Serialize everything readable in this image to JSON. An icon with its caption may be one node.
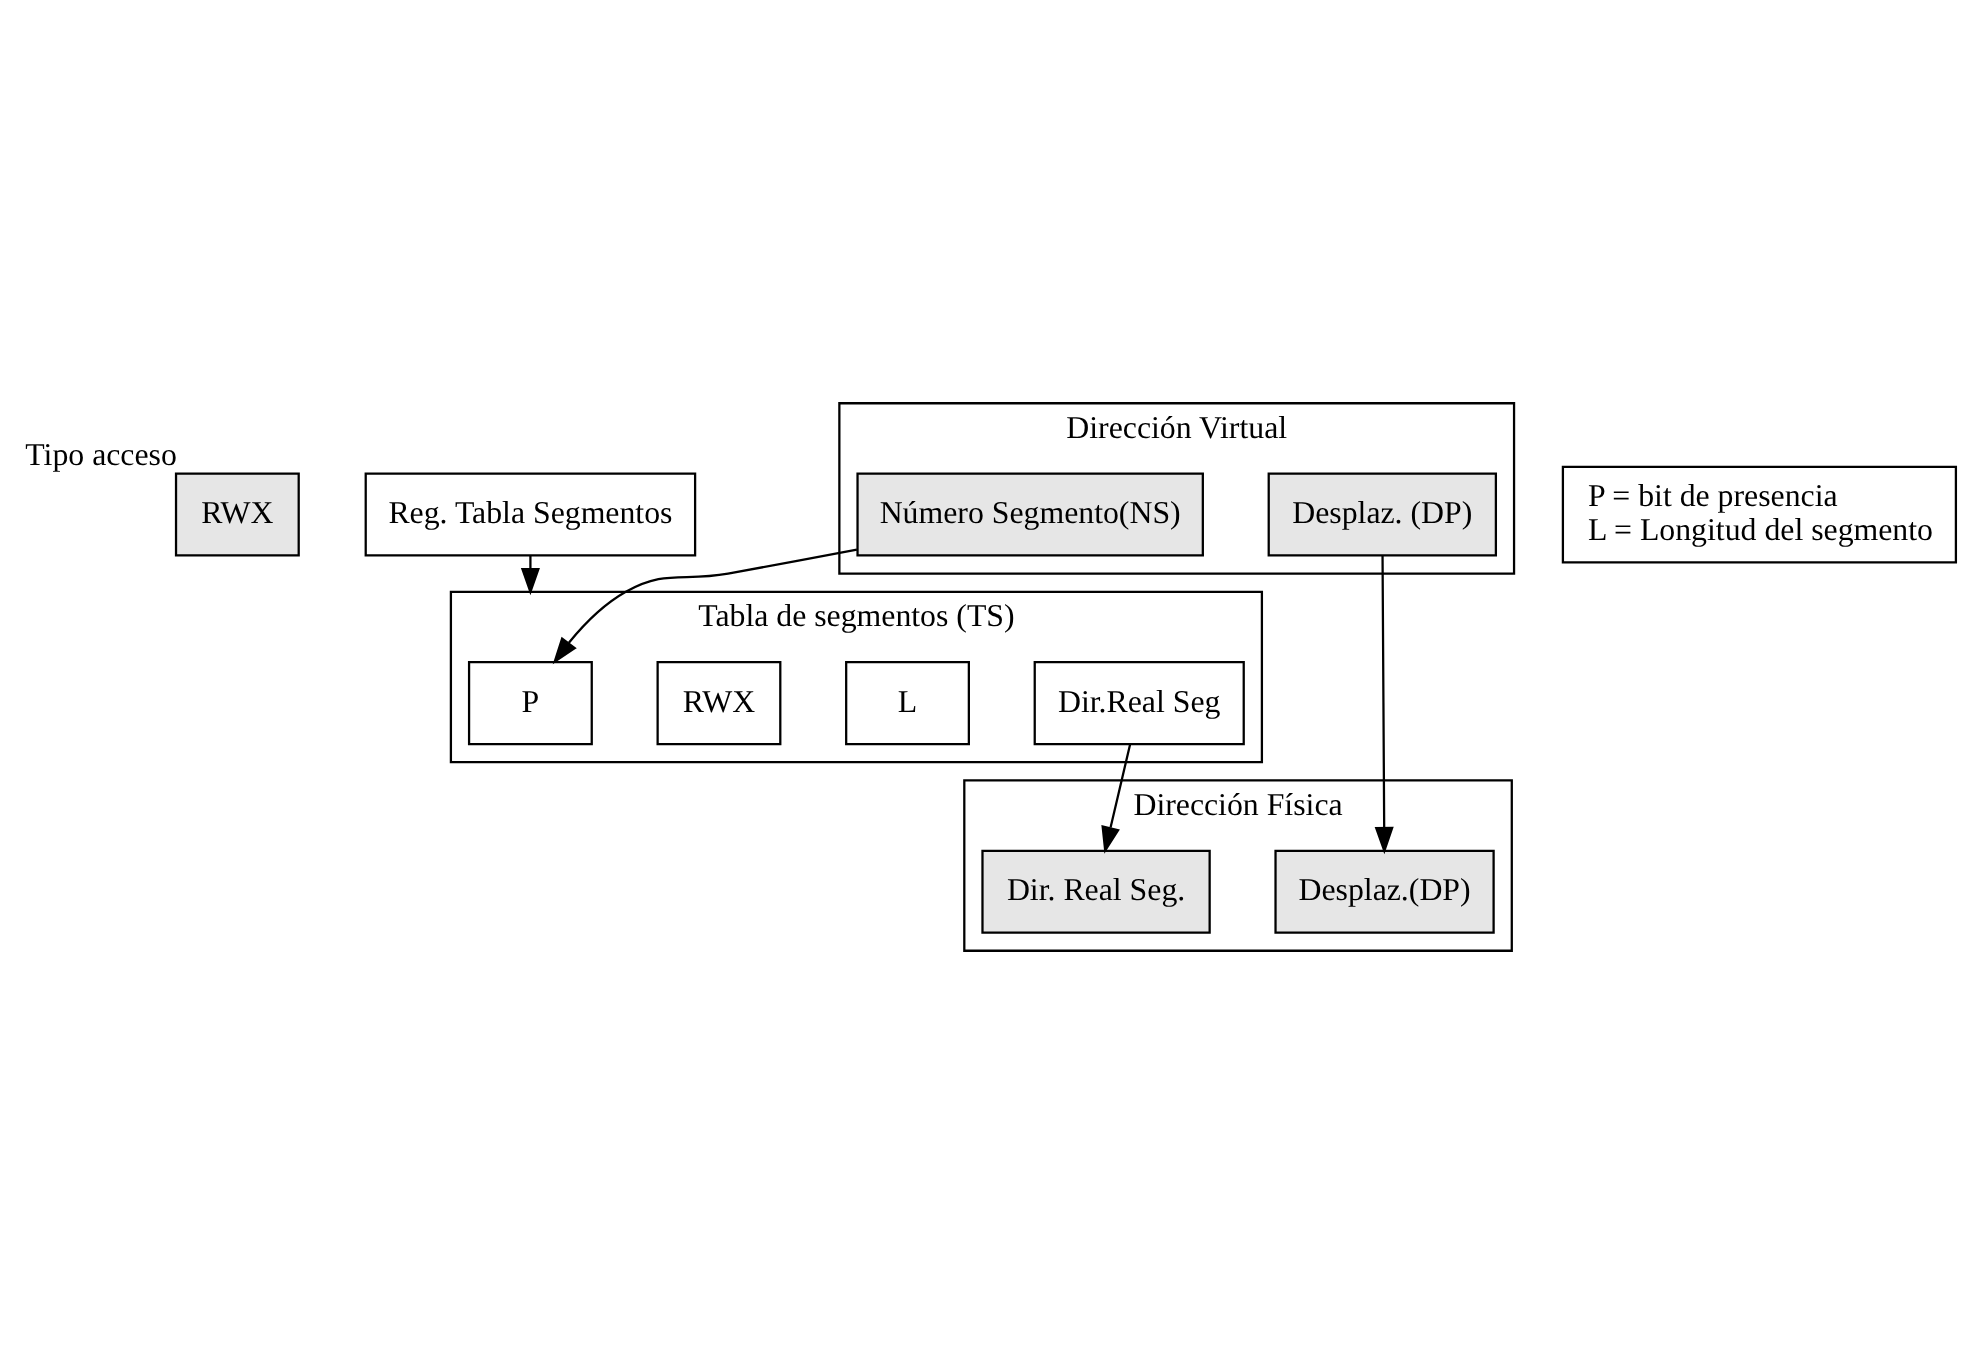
{
  "diagram": {
    "nodes": [
      {
        "text": [
          "RWX"
        ],
        "beside": [
          "Tipo acceso"
        ]
      },
      {
        "text": [
          "Dirección Virtual"
        ]
      },
      {
        "text": [
          "Número Segmento(NS)"
        ],
        "in": 1
      },
      {
        "text": [
          "Desplaz. (DP)"
        ],
        "in": 1
      },
      {
        "text": [
          "Reg. Tabla Segmentos"
        ]
      },
      {
        "text": [
          "Tabla de segmentos (TS)"
        ]
      },
      {
        "text": [
          "P"
        ],
        "in": 5
      },
      {
        "text": [
          "RWX"
        ],
        "in": 5
      },
      {
        "text": [
          "L"
        ],
        "in": 5
      },
      {
        "text": [
          "Dir.Real Seg"
        ],
        "in": 5
      },
      {
        "text": [
          "P = bit de presencia",
          "L = Longitud del segmento"
        ]
      },
      {
        "text": [
          "Dirección Física"
        ]
      },
      {
        "text": [
          "Dir. Real Seg."
        ],
        "in": 11
      },
      {
        "text": [
          "Desplaz.(DP)"
        ],
        "in": 11
      }
    ],
    "edges": [
      {
        "from": 2,
        "to": 6,
        "arrow": "to"
      },
      {
        "from": 4,
        "to": 5,
        "arrow": "to"
      },
      {
        "from": 3,
        "to": 13,
        "arrow": "to"
      },
      {
        "from": 9,
        "to": 12,
        "arrow": "to"
      }
    ]
  }
}
